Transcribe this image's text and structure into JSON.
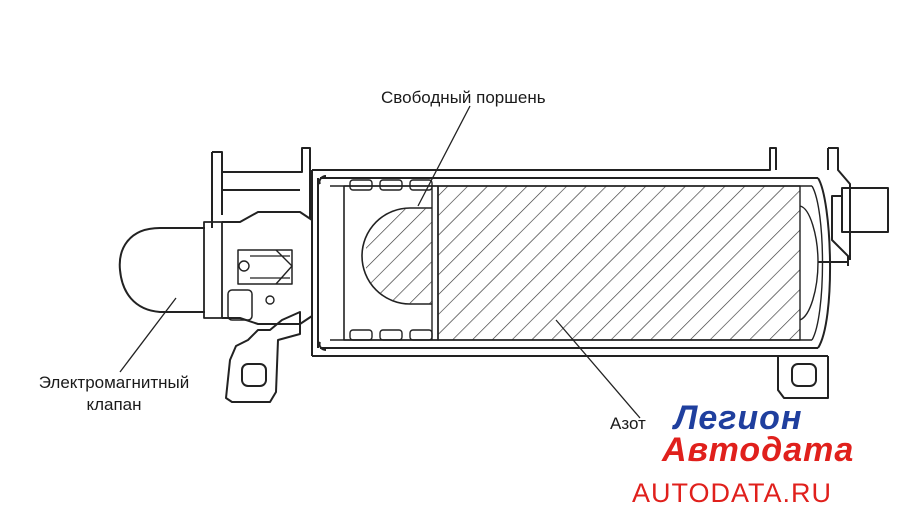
{
  "labels": {
    "free_piston": "Свободный поршень",
    "solenoid_line1": "Электромагнитный",
    "solenoid_line2": "клапан",
    "nitrogen": "Азот"
  },
  "watermark": {
    "line1": "Легион",
    "line2": "Автодата",
    "url": "AUTODATA.RU",
    "colors": {
      "blue": "#1f3f9e",
      "red": "#e0201c"
    }
  },
  "colors": {
    "line": "#222222",
    "hatch": "#333333",
    "background": "#ffffff"
  }
}
